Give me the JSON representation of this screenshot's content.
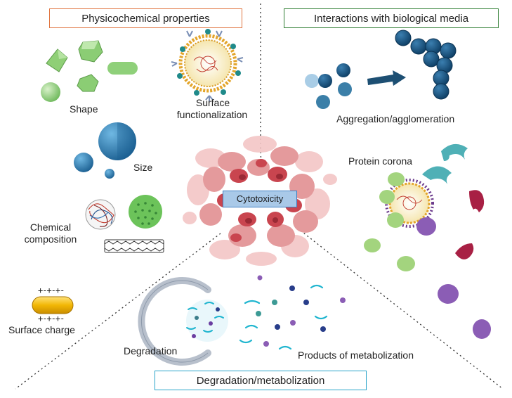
{
  "headers": {
    "physicochemical": "Physicochemical properties",
    "interactions": "Interactions with biological media",
    "degradation": "Degradation/metabolization"
  },
  "center": {
    "label": "Cytotoxicity"
  },
  "labels": {
    "shape": "Shape",
    "surface_functionalization_line1": "Surface",
    "surface_functionalization_line2": "functionalization",
    "size": "Size",
    "chemical_composition_line1": "Chemical",
    "chemical_composition_line2": "composition",
    "surface_charge": "Surface charge",
    "charge_symbols": "+-+-+-",
    "aggregation": "Aggregation/agglomeration",
    "protein_corona": "Protein corona",
    "degradation": "Degradation",
    "products": "Products of metabolization"
  },
  "colors": {
    "physicochemical_border": "#e0743f",
    "interactions_border": "#2e7d32",
    "degradation_border": "#29a4c9",
    "cytotoxicity_fill": "#a9c9e8",
    "cell_red": "#c9454f",
    "particle_blue": "#1f5f8a",
    "shape_green": "#7cc26a"
  }
}
